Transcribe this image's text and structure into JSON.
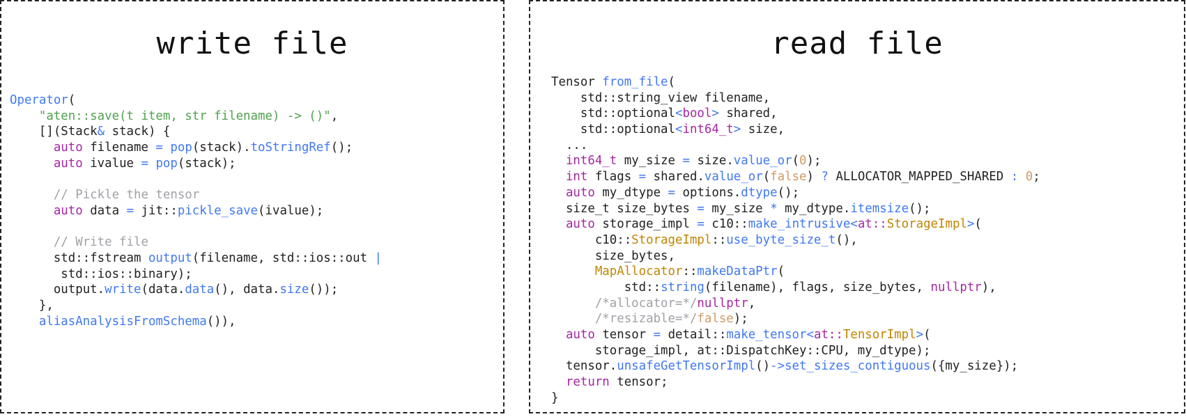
{
  "colors": {
    "default": "#222222",
    "keyword": "#a626a4",
    "function": "#4078f2",
    "string": "#50a14f",
    "comment": "#a0a1a7",
    "type": "#c18401",
    "number": "#d19a66",
    "operator": "#4078f2"
  },
  "panels": [
    {
      "id": "write",
      "title": "write file",
      "lines": [
        [
          [
            "function",
            "Operator"
          ],
          [
            "default",
            "("
          ]
        ],
        [
          [
            "default",
            "    "
          ],
          [
            "string",
            "\"aten::save(t item, str filename) -> ()\""
          ],
          [
            "default",
            ","
          ]
        ],
        [
          [
            "default",
            "    [](Stack"
          ],
          [
            "operator",
            "&"
          ],
          [
            "default",
            " stack) {"
          ]
        ],
        [
          [
            "default",
            "      "
          ],
          [
            "keyword",
            "auto"
          ],
          [
            "default",
            " filename "
          ],
          [
            "operator",
            "="
          ],
          [
            "default",
            " "
          ],
          [
            "function",
            "pop"
          ],
          [
            "default",
            "(stack)."
          ],
          [
            "function",
            "toStringRef"
          ],
          [
            "default",
            "();"
          ]
        ],
        [
          [
            "default",
            "      "
          ],
          [
            "keyword",
            "auto"
          ],
          [
            "default",
            " ivalue "
          ],
          [
            "operator",
            "="
          ],
          [
            "default",
            " "
          ],
          [
            "function",
            "pop"
          ],
          [
            "default",
            "(stack);"
          ]
        ],
        [
          [
            "default",
            ""
          ]
        ],
        [
          [
            "default",
            "      "
          ],
          [
            "comment",
            "// Pickle the tensor"
          ]
        ],
        [
          [
            "default",
            "      "
          ],
          [
            "keyword",
            "auto"
          ],
          [
            "default",
            " data "
          ],
          [
            "operator",
            "="
          ],
          [
            "default",
            " jit::"
          ],
          [
            "function",
            "pickle_save"
          ],
          [
            "default",
            "(ivalue);"
          ]
        ],
        [
          [
            "default",
            ""
          ]
        ],
        [
          [
            "default",
            "      "
          ],
          [
            "comment",
            "// Write file"
          ]
        ],
        [
          [
            "default",
            "      std::fstream "
          ],
          [
            "function",
            "output"
          ],
          [
            "default",
            "(filename, std::ios::out "
          ],
          [
            "operator",
            "|"
          ]
        ],
        [
          [
            "default",
            "       std::ios::binary);"
          ]
        ],
        [
          [
            "default",
            "      output."
          ],
          [
            "function",
            "write"
          ],
          [
            "default",
            "(data."
          ],
          [
            "function",
            "data"
          ],
          [
            "default",
            "(), data."
          ],
          [
            "function",
            "size"
          ],
          [
            "default",
            "());"
          ]
        ],
        [
          [
            "default",
            "    },"
          ]
        ],
        [
          [
            "default",
            "    "
          ],
          [
            "function",
            "aliasAnalysisFromSchema"
          ],
          [
            "default",
            "()),"
          ]
        ]
      ]
    },
    {
      "id": "read",
      "title": "read file",
      "lines": [
        [
          [
            "default",
            "Tensor "
          ],
          [
            "function",
            "from_file"
          ],
          [
            "default",
            "("
          ]
        ],
        [
          [
            "default",
            "    std::string_view filename,"
          ]
        ],
        [
          [
            "default",
            "    std::optional"
          ],
          [
            "operator",
            "<"
          ],
          [
            "keyword",
            "bool"
          ],
          [
            "operator",
            ">"
          ],
          [
            "default",
            " shared,"
          ]
        ],
        [
          [
            "default",
            "    std::optional"
          ],
          [
            "operator",
            "<"
          ],
          [
            "keyword",
            "int64_t"
          ],
          [
            "operator",
            ">"
          ],
          [
            "default",
            " size,"
          ]
        ],
        [
          [
            "default",
            "  ..."
          ]
        ],
        [
          [
            "default",
            "  "
          ],
          [
            "keyword",
            "int64_t"
          ],
          [
            "default",
            " my_size "
          ],
          [
            "operator",
            "="
          ],
          [
            "default",
            " size."
          ],
          [
            "function",
            "value_or"
          ],
          [
            "default",
            "("
          ],
          [
            "number",
            "0"
          ],
          [
            "default",
            ");"
          ]
        ],
        [
          [
            "default",
            "  "
          ],
          [
            "keyword",
            "int"
          ],
          [
            "default",
            " flags "
          ],
          [
            "operator",
            "="
          ],
          [
            "default",
            " shared."
          ],
          [
            "function",
            "value_or"
          ],
          [
            "default",
            "("
          ],
          [
            "number",
            "false"
          ],
          [
            "default",
            ") "
          ],
          [
            "operator",
            "?"
          ],
          [
            "default",
            " ALLOCATOR_MAPPED_SHARED "
          ],
          [
            "operator",
            ":"
          ],
          [
            "default",
            " "
          ],
          [
            "number",
            "0"
          ],
          [
            "default",
            ";"
          ]
        ],
        [
          [
            "default",
            "  "
          ],
          [
            "keyword",
            "auto"
          ],
          [
            "default",
            " my_dtype "
          ],
          [
            "operator",
            "="
          ],
          [
            "default",
            " options."
          ],
          [
            "function",
            "dtype"
          ],
          [
            "default",
            "();"
          ]
        ],
        [
          [
            "default",
            "  size_t size_bytes "
          ],
          [
            "operator",
            "="
          ],
          [
            "default",
            " my_size "
          ],
          [
            "operator",
            "*"
          ],
          [
            "default",
            " my_dtype."
          ],
          [
            "function",
            "itemsize"
          ],
          [
            "default",
            "();"
          ]
        ],
        [
          [
            "default",
            "  "
          ],
          [
            "keyword",
            "auto"
          ],
          [
            "default",
            " storage_impl "
          ],
          [
            "operator",
            "="
          ],
          [
            "default",
            " c10::"
          ],
          [
            "function",
            "make_intrusive"
          ],
          [
            "operator",
            "<"
          ],
          [
            "keyword",
            "at::"
          ],
          [
            "type",
            "StorageImpl"
          ],
          [
            "operator",
            ">"
          ],
          [
            "default",
            "("
          ]
        ],
        [
          [
            "default",
            "      c10::"
          ],
          [
            "type",
            "StorageImpl"
          ],
          [
            "default",
            "::"
          ],
          [
            "function",
            "use_byte_size_t"
          ],
          [
            "default",
            "(),"
          ]
        ],
        [
          [
            "default",
            "      size_bytes,"
          ]
        ],
        [
          [
            "default",
            "      "
          ],
          [
            "type",
            "MapAllocator"
          ],
          [
            "default",
            "::"
          ],
          [
            "function",
            "makeDataPtr"
          ],
          [
            "default",
            "("
          ]
        ],
        [
          [
            "default",
            "          std::"
          ],
          [
            "function",
            "string"
          ],
          [
            "default",
            "(filename), flags, size_bytes, "
          ],
          [
            "keyword",
            "nullptr"
          ],
          [
            "default",
            "),"
          ]
        ],
        [
          [
            "default",
            "      "
          ],
          [
            "comment",
            "/*allocator=*/"
          ],
          [
            "keyword",
            "nullptr"
          ],
          [
            "default",
            ","
          ]
        ],
        [
          [
            "default",
            "      "
          ],
          [
            "comment",
            "/*resizable=*/"
          ],
          [
            "number",
            "false"
          ],
          [
            "default",
            ");"
          ]
        ],
        [
          [
            "default",
            "  "
          ],
          [
            "keyword",
            "auto"
          ],
          [
            "default",
            " tensor "
          ],
          [
            "operator",
            "="
          ],
          [
            "default",
            " detail::"
          ],
          [
            "function",
            "make_tensor"
          ],
          [
            "operator",
            "<"
          ],
          [
            "keyword",
            "at::"
          ],
          [
            "type",
            "TensorImpl"
          ],
          [
            "operator",
            ">"
          ],
          [
            "default",
            "("
          ]
        ],
        [
          [
            "default",
            "      storage_impl, at::DispatchKey::CPU, my_dtype);"
          ]
        ],
        [
          [
            "default",
            "  tensor."
          ],
          [
            "function",
            "unsafeGetTensorImpl"
          ],
          [
            "default",
            "()"
          ],
          [
            "operator",
            "->"
          ],
          [
            "function",
            "set_sizes_contiguous"
          ],
          [
            "default",
            "({my_size});"
          ]
        ],
        [
          [
            "default",
            "  "
          ],
          [
            "keyword",
            "return"
          ],
          [
            "default",
            " tensor;"
          ]
        ],
        [
          [
            "default",
            "}"
          ]
        ]
      ]
    }
  ]
}
